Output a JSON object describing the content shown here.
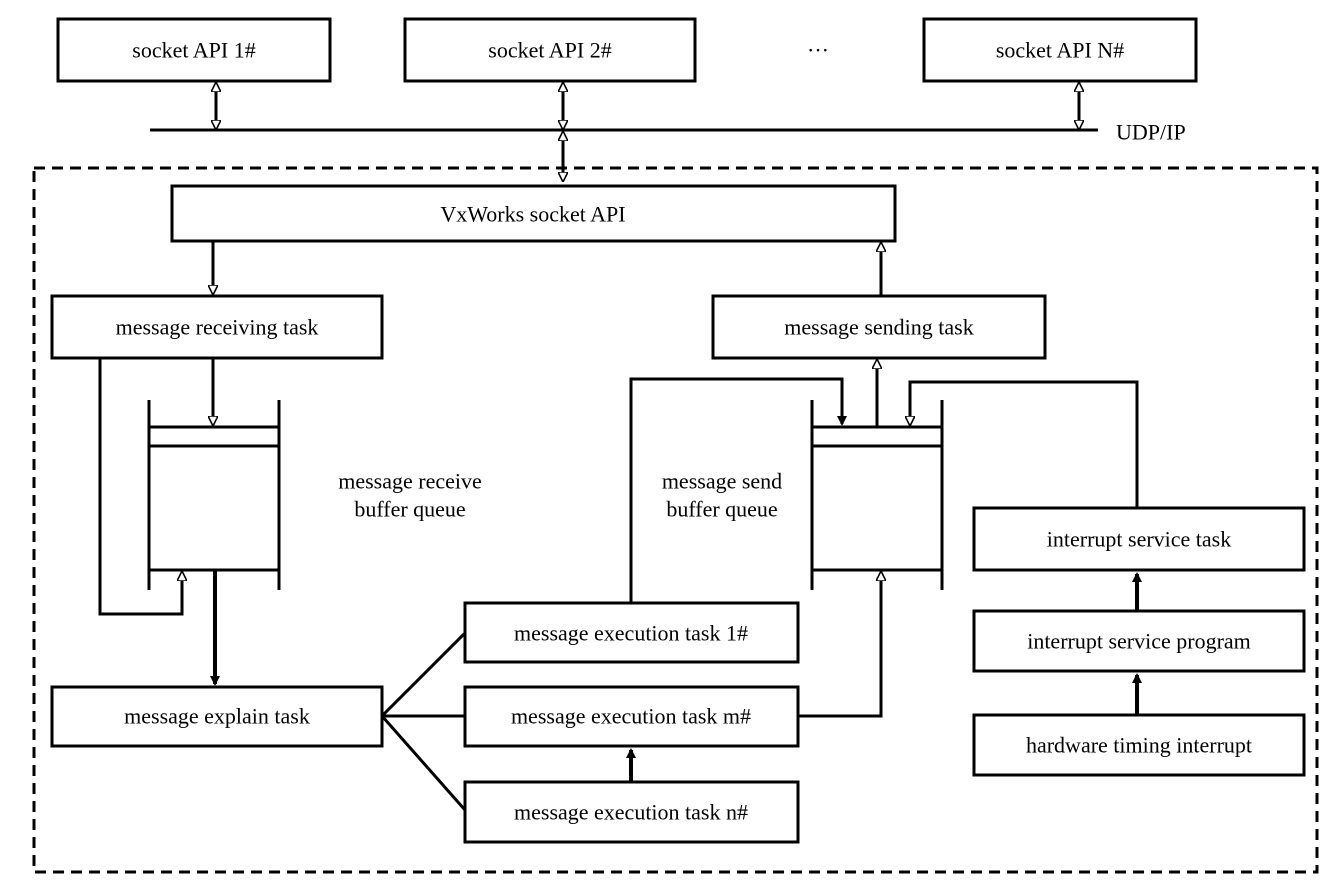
{
  "sockets": {
    "api1": "socket API 1#",
    "api2": "socket API 2#",
    "ellipsis": "···",
    "apiN": "socket API N#"
  },
  "network": {
    "label": "UDP/IP"
  },
  "tasks": {
    "vxworks_socket": "VxWorks socket API",
    "receiving": "message receiving task",
    "sending": "message sending task",
    "explain": "message explain task",
    "exec_1": "message execution task 1#",
    "exec_m": "message execution task m#",
    "exec_n": "message execution task n#",
    "interrupt_task": "interrupt service task",
    "interrupt_program": "interrupt service program",
    "hardware_interrupt": "hardware timing interrupt"
  },
  "queues": {
    "receive_line1": "message receive",
    "receive_line2": "buffer queue",
    "send_line1": "message send",
    "send_line2": "buffer queue"
  }
}
